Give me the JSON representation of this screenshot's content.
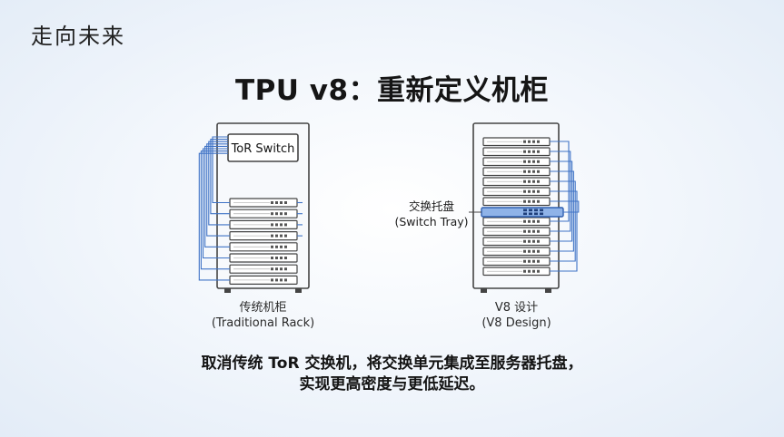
{
  "brand": "走向未来",
  "title": "TPU v8：重新定义机柜",
  "left_rack": {
    "tor_label": "ToR Switch",
    "caption_line1": "传统机柜",
    "caption_line2": "(Traditional Rack)"
  },
  "right_rack": {
    "tray_label_line1": "交换托盘",
    "tray_label_line2": "(Switch Tray)",
    "caption_line1": "V8 设计",
    "caption_line2": "(V8 Design)"
  },
  "summary": {
    "line1": "取消传统 ToR 交换机，将交换单元集成至服务器托盘，",
    "line2": "实现更高密度与更低延迟。"
  },
  "colors": {
    "cable_blue": "#3f73c6",
    "switch_tray_fill": "#8fb3e8",
    "rack_frame": "#444444"
  }
}
